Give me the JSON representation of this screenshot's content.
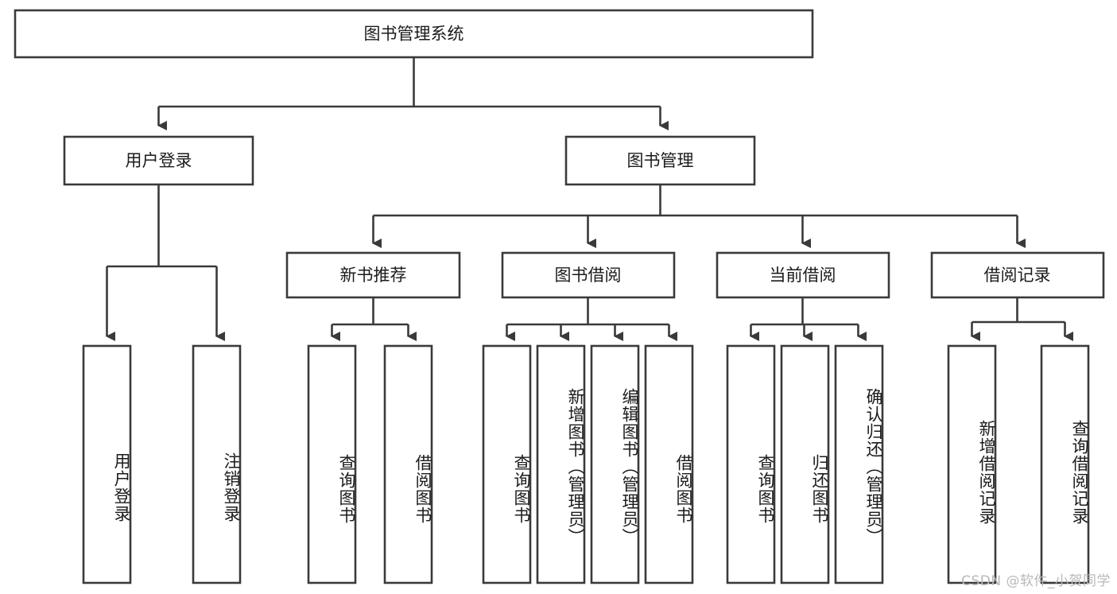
{
  "diagram": {
    "title": "图书管理系统",
    "type": "tree",
    "orientation": "top-down",
    "background_color": "#ffffff",
    "line_color": "#3a3a3a",
    "text_color": "#1b1b1b",
    "root": {
      "id": "root",
      "label": "图书管理系统",
      "text_orientation": "horizontal"
    },
    "level2": [
      {
        "id": "user-login",
        "label": "用户登录",
        "text_orientation": "horizontal"
      },
      {
        "id": "book-manage",
        "label": "图书管理",
        "text_orientation": "horizontal"
      }
    ],
    "level3": [
      {
        "id": "new-book-recommend",
        "label": "新书推荐",
        "text_orientation": "horizontal",
        "parent": "book-manage"
      },
      {
        "id": "book-borrow",
        "label": "图书借阅",
        "text_orientation": "horizontal",
        "parent": "book-manage"
      },
      {
        "id": "current-borrow",
        "label": "当前借阅",
        "text_orientation": "horizontal",
        "parent": "book-manage"
      },
      {
        "id": "borrow-record",
        "label": "借阅记录",
        "text_orientation": "horizontal",
        "parent": "book-manage"
      }
    ],
    "leaves": [
      {
        "id": "leaf-user-login",
        "label": "用户登录",
        "parent": "user-login",
        "text_orientation": "vertical"
      },
      {
        "id": "leaf-logout-login",
        "label": "注销登录",
        "parent": "user-login",
        "text_orientation": "vertical"
      },
      {
        "id": "leaf-query-book-1",
        "label": "查询图书",
        "parent": "new-book-recommend",
        "text_orientation": "vertical"
      },
      {
        "id": "leaf-borrow-book-1",
        "label": "借阅图书",
        "parent": "new-book-recommend",
        "text_orientation": "vertical"
      },
      {
        "id": "leaf-query-book-2",
        "label": "查询图书",
        "parent": "book-borrow",
        "text_orientation": "vertical"
      },
      {
        "id": "leaf-add-book",
        "label": "新增图书（管理员）",
        "parent": "book-borrow",
        "text_orientation": "vertical"
      },
      {
        "id": "leaf-edit-book",
        "label": "编辑图书（管理员）",
        "parent": "book-borrow",
        "text_orientation": "vertical"
      },
      {
        "id": "leaf-borrow-book-2",
        "label": "借阅图书",
        "parent": "book-borrow",
        "text_orientation": "vertical"
      },
      {
        "id": "leaf-query-book-3",
        "label": "查询图书",
        "parent": "current-borrow",
        "text_orientation": "vertical"
      },
      {
        "id": "leaf-return-book",
        "label": "归还图书",
        "parent": "current-borrow",
        "text_orientation": "vertical"
      },
      {
        "id": "leaf-confirm-return",
        "label": "确认归还（管理员）",
        "parent": "current-borrow",
        "text_orientation": "vertical"
      },
      {
        "id": "leaf-add-record",
        "label": "新增借阅记录",
        "parent": "borrow-record",
        "text_orientation": "vertical"
      },
      {
        "id": "leaf-query-record",
        "label": "查询借阅记录",
        "parent": "borrow-record",
        "text_orientation": "vertical"
      }
    ]
  },
  "watermark": {
    "text": "CSDN @软件_小贺同学"
  }
}
